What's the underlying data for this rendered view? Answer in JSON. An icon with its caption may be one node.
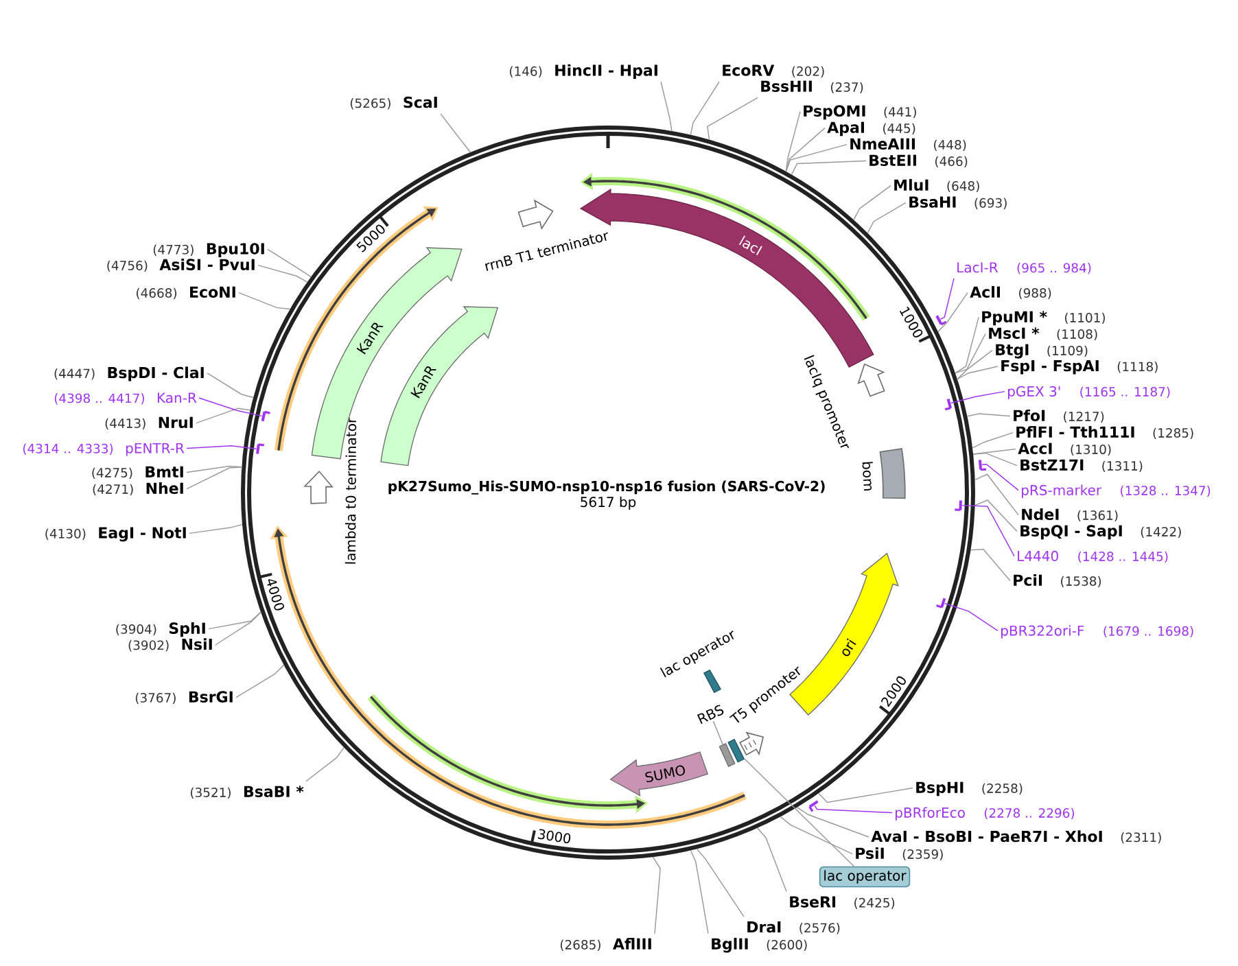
{
  "diagram": {
    "title": "pK27Sumo_His-SUMO-nsp10-nsp16 fusion (SARS-CoV-2)",
    "nodes": [
      {
        "text": [],
        "shape": "circle"
      },
      {
        "text": [
          "lacI"
        ],
        "in": 0
      },
      {
        "text": [
          "lacIq promoter"
        ],
        "in": 0
      },
      {
        "text": [
          "bom"
        ],
        "in": 0
      },
      {
        "text": [
          "ori"
        ],
        "in": 0
      },
      {
        "text": [
          "T5 promoter"
        ],
        "in": 0
      },
      {
        "text": [],
        "shape": "box",
        "in": 0
      },
      {
        "text": [
          "lac operator"
        ],
        "in": 0
      },
      {
        "text": [
          "RBS"
        ],
        "in": 0
      },
      {
        "text": [],
        "shape": "box",
        "in": 0
      },
      {
        "text": [
          "SUMO"
        ],
        "in": 0
      },
      {
        "text": [
          "lambda t0 terminator"
        ],
        "in": 0
      },
      {
        "text": [
          "KanR"
        ],
        "in": 0
      },
      {
        "text": [
          "KanR"
        ],
        "in": 0
      },
      {
        "text": [
          "rrnB T1 terminator"
        ],
        "in": 0
      },
      {
        "text": [
          "HincII - HpaI"
        ],
        "beside": [
          "(146)"
        ]
      },
      {
        "text": [
          "EcoRV"
        ],
        "beside": [
          "(202)"
        ]
      },
      {
        "text": [
          "BssHII"
        ],
        "beside": [
          "(237)"
        ]
      },
      {
        "text": [
          "PspOMI"
        ],
        "beside": [
          "(441)"
        ]
      },
      {
        "text": [
          "ApaI"
        ],
        "beside": [
          "(445)"
        ]
      },
      {
        "text": [
          "NmeAIII"
        ],
        "beside": [
          "(448)"
        ]
      },
      {
        "text": [
          "BstEII"
        ],
        "beside": [
          "(466)"
        ]
      },
      {
        "text": [
          "MluI"
        ],
        "beside": [
          "(648)"
        ]
      },
      {
        "text": [
          "BsaHI"
        ],
        "beside": [
          "(693)"
        ]
      },
      {
        "text": [
          "LacI-R"
        ],
        "beside": [
          "(965 .. 984)"
        ]
      },
      {
        "text": [],
        "shape": "bar"
      },
      {
        "text": [
          "AclI"
        ],
        "beside": [
          "(988)"
        ]
      },
      {
        "text": [
          "PpuMI *"
        ],
        "beside": [
          "(1101)"
        ]
      },
      {
        "text": [
          "MscI *"
        ],
        "beside": [
          "(1108)"
        ]
      },
      {
        "text": [
          "BtgI"
        ],
        "beside": [
          "(1109)"
        ]
      },
      {
        "text": [
          "FspI - FspAI"
        ],
        "beside": [
          "(1118)"
        ]
      },
      {
        "text": [
          "pGEX 3'"
        ],
        "beside": [
          "(1165 .. 1187)"
        ]
      },
      {
        "text": [],
        "shape": "bar",
        "in": 0
      },
      {
        "text": [
          "PfoI"
        ],
        "beside": [
          "(1217)"
        ]
      },
      {
        "text": [
          "PflFI - Tth111I"
        ],
        "beside": [
          "(1285)"
        ]
      },
      {
        "text": [
          "AccI"
        ],
        "beside": [
          "(1310)"
        ]
      },
      {
        "text": [
          "BstZ17I"
        ],
        "beside": [
          "(1311)"
        ]
      },
      {
        "text": [
          "pRS-marker"
        ],
        "beside": [
          "(1328 .. 1347)"
        ]
      },
      {
        "text": [],
        "shape": "bar"
      },
      {
        "text": [
          "NdeI"
        ],
        "beside": [
          "(1361)"
        ]
      },
      {
        "text": [
          "BspQI - SapI"
        ],
        "beside": [
          "(1422)"
        ]
      },
      {
        "text": [
          "L4440"
        ],
        "beside": [
          "(1428 .. 1445)"
        ]
      },
      {
        "text": [],
        "shape": "bar",
        "in": 0
      },
      {
        "text": [
          "PciI"
        ],
        "beside": [
          "(1538)"
        ]
      },
      {
        "text": [
          "pBR322ori-F"
        ],
        "beside": [
          "(1679 .. 1698)"
        ]
      },
      {
        "text": [],
        "shape": "bar",
        "in": 0
      },
      {
        "text": [
          "BspHI"
        ],
        "beside": [
          "(2258)"
        ]
      },
      {
        "text": [
          "pBRforEco"
        ],
        "beside": [
          "(2278 .. 2296)"
        ]
      },
      {
        "text": [],
        "shape": "bar"
      },
      {
        "text": [
          "AvaI - BsoBI - PaeR7I - XhoI"
        ],
        "beside": [
          "(2311)"
        ]
      },
      {
        "text": [
          "PsiI"
        ],
        "beside": [
          "(2359)"
        ]
      },
      {
        "text": [
          "lac operator"
        ]
      },
      {
        "text": [
          "BseRI"
        ],
        "beside": [
          "(2425)"
        ]
      },
      {
        "text": [
          "DraI"
        ],
        "beside": [
          "(2576)"
        ]
      },
      {
        "text": [
          "BglII"
        ],
        "beside": [
          "(2600)"
        ]
      },
      {
        "text": [
          "AflIII"
        ],
        "beside": [
          "(2685)"
        ]
      },
      {
        "text": [
          "BsaBI *"
        ],
        "beside": [
          "(3521)"
        ]
      },
      {
        "text": [
          "BsrGI"
        ],
        "beside": [
          "(3767)"
        ]
      },
      {
        "text": [
          "NsiI"
        ],
        "beside": [
          "(3902)"
        ]
      },
      {
        "text": [
          "SphI"
        ],
        "beside": [
          "(3904)"
        ]
      },
      {
        "text": [
          "EagI - NotI"
        ],
        "beside": [
          "(4130)"
        ]
      },
      {
        "text": [
          "NheI"
        ],
        "beside": [
          "(4271)"
        ]
      },
      {
        "text": [
          "BmtI"
        ],
        "beside": [
          "(4275)"
        ]
      },
      {
        "text": [
          "pENTR-R"
        ],
        "beside": [
          "(4314 .. 4333)"
        ]
      },
      {
        "text": [],
        "shape": "bar",
        "in": 0
      },
      {
        "text": [
          "NruI"
        ],
        "beside": [
          "(4413)"
        ]
      },
      {
        "text": [
          "Kan-R"
        ],
        "beside": [
          "(4398 .. 4417)"
        ]
      },
      {
        "text": [],
        "shape": "bar",
        "in": 0
      },
      {
        "text": [
          "BspDI - ClaI"
        ],
        "beside": [
          "(4447)"
        ]
      },
      {
        "text": [
          "EcoNI"
        ],
        "beside": [
          "(4668)"
        ]
      },
      {
        "text": [
          "AsiSI - PvuI"
        ],
        "beside": [
          "(4756)"
        ]
      },
      {
        "text": [
          "Bpu10I"
        ],
        "beside": [
          "(4773)"
        ]
      },
      {
        "text": [
          "ScaI"
        ],
        "beside": [
          "(5265)"
        ]
      }
    ],
    "edges": [
      {
        "from": 8,
        "to": 9,
        "arrow": "none"
      },
      {
        "from": 15,
        "to": 0,
        "arrow": "none"
      },
      {
        "from": 16,
        "to": 0,
        "arrow": "none"
      },
      {
        "from": 17,
        "to": 0,
        "arrow": "none"
      },
      {
        "from": 18,
        "to": 0,
        "arrow": "none"
      },
      {
        "from": 19,
        "to": 0,
        "arrow": "none"
      },
      {
        "from": 20,
        "to": 0,
        "arrow": "none"
      },
      {
        "from": 21,
        "to": 0,
        "arrow": "none"
      },
      {
        "from": 22,
        "to": 0,
        "arrow": "none"
      },
      {
        "from": 23,
        "to": 0,
        "arrow": "none"
      },
      {
        "from": 24,
        "to": 25,
        "arrow": "none",
        "color": "#a035f0"
      },
      {
        "from": 26,
        "to": 0,
        "arrow": "none"
      },
      {
        "from": 27,
        "to": 0,
        "arrow": "none"
      },
      {
        "from": 28,
        "to": 0,
        "arrow": "none"
      },
      {
        "from": 29,
        "to": 0,
        "arrow": "none"
      },
      {
        "from": 30,
        "to": 0,
        "arrow": "none"
      },
      {
        "from": 31,
        "to": 32,
        "arrow": "none",
        "color": "#a035f0"
      },
      {
        "from": 33,
        "to": 0,
        "arrow": "none"
      },
      {
        "from": 34,
        "to": 0,
        "arrow": "none"
      },
      {
        "from": 35,
        "to": 0,
        "arrow": "none"
      },
      {
        "from": 36,
        "to": 0,
        "arrow": "none"
      },
      {
        "from": 37,
        "to": 38,
        "arrow": "none",
        "color": "#a035f0"
      },
      {
        "from": 39,
        "to": 0,
        "arrow": "none"
      },
      {
        "from": 40,
        "to": 0,
        "arrow": "none"
      },
      {
        "from": 41,
        "to": 42,
        "arrow": "none",
        "color": "#a035f0"
      },
      {
        "from": 43,
        "to": 0,
        "arrow": "none"
      },
      {
        "from": 44,
        "to": 45,
        "arrow": "none",
        "color": "#a035f0"
      },
      {
        "from": 46,
        "to": 0,
        "arrow": "none"
      },
      {
        "from": 47,
        "to": 48,
        "arrow": "none",
        "color": "#a035f0"
      },
      {
        "from": 49,
        "to": 0,
        "arrow": "none"
      },
      {
        "from": 50,
        "to": 0,
        "arrow": "none"
      },
      {
        "from": 51,
        "to": 6,
        "arrow": "none"
      },
      {
        "from": 52,
        "to": 0,
        "arrow": "none"
      },
      {
        "from": 53,
        "to": 0,
        "arrow": "none"
      },
      {
        "from": 54,
        "to": 0,
        "arrow": "none"
      },
      {
        "from": 55,
        "to": 0,
        "arrow": "none"
      },
      {
        "from": 56,
        "to": 0,
        "arrow": "none"
      },
      {
        "from": 57,
        "to": 0,
        "arrow": "none"
      },
      {
        "from": 58,
        "to": 0,
        "arrow": "none"
      },
      {
        "from": 59,
        "to": 0,
        "arrow": "none"
      },
      {
        "from": 60,
        "to": 0,
        "arrow": "none"
      },
      {
        "from": 61,
        "to": 0,
        "arrow": "none"
      },
      {
        "from": 62,
        "to": 0,
        "arrow": "none"
      },
      {
        "from": 63,
        "to": 64,
        "arrow": "none",
        "color": "#a035f0"
      },
      {
        "from": 65,
        "to": 0,
        "arrow": "none"
      },
      {
        "from": 66,
        "to": 67,
        "arrow": "none",
        "color": "#a035f0"
      },
      {
        "from": 68,
        "to": 0,
        "arrow": "none"
      },
      {
        "from": 69,
        "to": 0,
        "arrow": "none"
      },
      {
        "from": 70,
        "to": 0,
        "arrow": "none"
      },
      {
        "from": 71,
        "to": 0,
        "arrow": "none"
      },
      {
        "from": 72,
        "to": 0,
        "arrow": "none"
      }
    ],
    "labels": [
      "5617 bp",
      "1000",
      "2000",
      "3000",
      "4000",
      "5000"
    ]
  }
}
